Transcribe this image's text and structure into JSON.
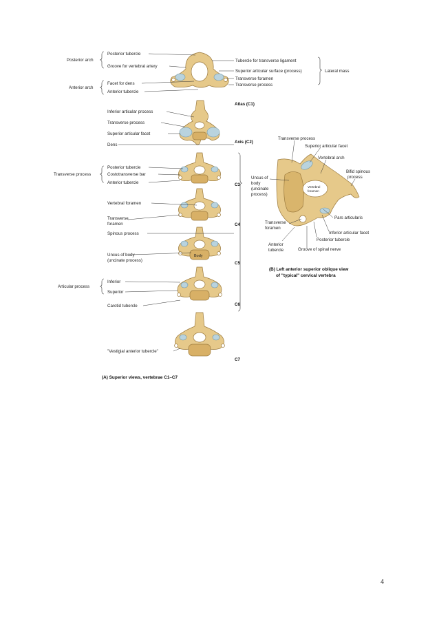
{
  "page_number": "4",
  "groups": {
    "posterior_arch": "Posterior arch",
    "anterior_arch": "Anterior arch",
    "transverse_process": "Transverse process",
    "articular_process": "Articular process",
    "lateral_mass": "Lateral mass"
  },
  "left_labels": {
    "posterior_tubercle": "Posterior tubercle",
    "groove_vertebral_artery": "Groove for vertebral artery",
    "facet_for_dens": "Facet for dens",
    "anterior_tubercle": "Anterior tubercle",
    "inferior_articular_process": "Inferior articular process",
    "transverse_process": "Transverse process",
    "superior_articular_facet": "Superior articular facet",
    "dens": "Dens",
    "posterior_tubercle_c3": "Posterior tubercle",
    "costotransverse_bar": "Costotransverse bar",
    "anterior_tubercle_c3": "Anterior tubercle",
    "vertebral_foramen": "Vertebral foramen",
    "transverse_foramen_1": "Transverse",
    "transverse_foramen_2": "foramen",
    "spinous_process": "Spinous process",
    "uncus_body_1": "Uncus of body",
    "uncus_body_2": "(uncinate process)",
    "inferior": "Inferior",
    "superior": "Superior",
    "carotid_tubercle": "Carotid tubercle",
    "vestigial": "\"Vestigial anterior tubercle\""
  },
  "right_labels": {
    "tubercle_transverse_ligament": "Tubercle for transverse ligament",
    "superior_articular_surface": "Superior articular surface (process)",
    "transverse_foramen": "Transverse foramen",
    "transverse_process": "Transverse process"
  },
  "vertebra_labels": {
    "atlas": "Atlas (C1)",
    "axis": "Axis (C2)",
    "c3": "C3",
    "c4": "C4",
    "c5": "C5",
    "c6": "C6",
    "c7": "C7",
    "body": "Body"
  },
  "view_b_labels": {
    "transverse_process": "Transverse process",
    "superior_articular_facet": "Superior articular facet",
    "vertebral_arch": "Vertebral arch",
    "bifid_1": "Bifid spinous",
    "bifid_2": "process",
    "uncus_1": "Uncus of",
    "uncus_2": "body",
    "uncus_3": "(uncinate",
    "uncus_4": "process)",
    "vf_1": "Vertebral",
    "vf_2": "foramen",
    "pars": "Pars articularis",
    "tf_1": "Transverse",
    "tf_2": "foramen",
    "inf_art_facet": "Inferior articular facet",
    "post_tub": "Posterior tubercle",
    "ant_tub_1": "Anterior",
    "ant_tub_2": "tubercle",
    "groove_spinal": "Groove of spinal nerve"
  },
  "captions": {
    "a": "(A) Superior views, vertebrae C1–C7",
    "b_1": "(B) Left anterior superior oblique view",
    "b_2": "of \"typical\" cervical vertebra"
  }
}
